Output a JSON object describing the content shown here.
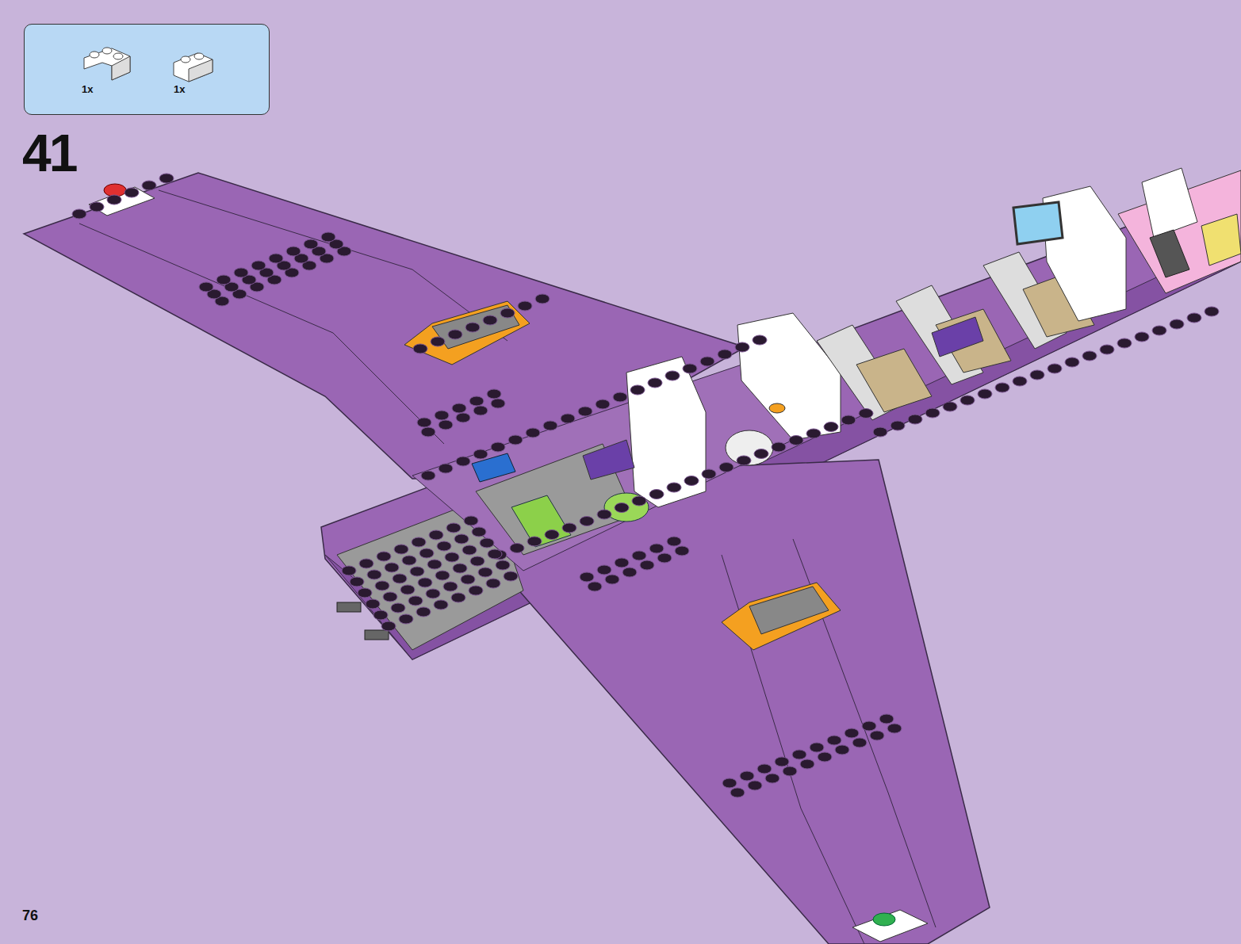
{
  "diagram": {
    "nodes": [
      {
        "text": [
          "1x",
          "1x"
        ]
      }
    ],
    "labels": [
      "41",
      "76"
    ]
  }
}
